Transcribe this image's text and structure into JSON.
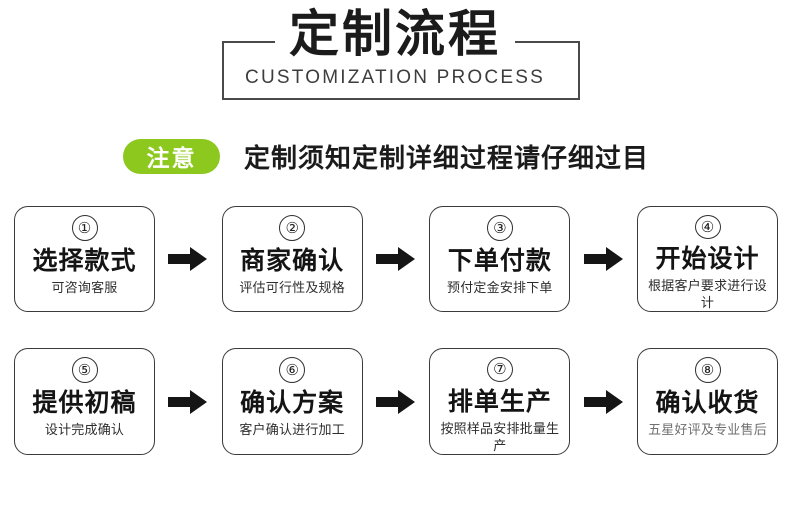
{
  "header": {
    "title_cn": "定制流程",
    "title_en": "CUSTOMIZATION PROCESS"
  },
  "notice": {
    "badge_label": "注意",
    "badge_color": "#8DC81E",
    "text": "定制须知定制详细过程请仔细过目"
  },
  "flow": {
    "arrow_icon": "arrow-right-icon",
    "rows": [
      {
        "steps": [
          {
            "number": "①",
            "title": "选择款式",
            "subtitle": "可咨询客服",
            "muted": false
          },
          {
            "number": "②",
            "title": "商家确认",
            "subtitle": "评估可行性及规格",
            "muted": false
          },
          {
            "number": "③",
            "title": "下单付款",
            "subtitle": "预付定金安排下单",
            "muted": false
          },
          {
            "number": "④",
            "title": "开始设计",
            "subtitle": "根据客户要求进行设计",
            "muted": false
          }
        ]
      },
      {
        "steps": [
          {
            "number": "⑤",
            "title": "提供初稿",
            "subtitle": "设计完成确认",
            "muted": false
          },
          {
            "number": "⑥",
            "title": "确认方案",
            "subtitle": "客户确认进行加工",
            "muted": false
          },
          {
            "number": "⑦",
            "title": "排单生产",
            "subtitle": "按照样品安排批量生产",
            "muted": false
          },
          {
            "number": "⑧",
            "title": "确认收货",
            "subtitle": "五星好评及专业售后",
            "muted": true
          }
        ]
      }
    ]
  }
}
